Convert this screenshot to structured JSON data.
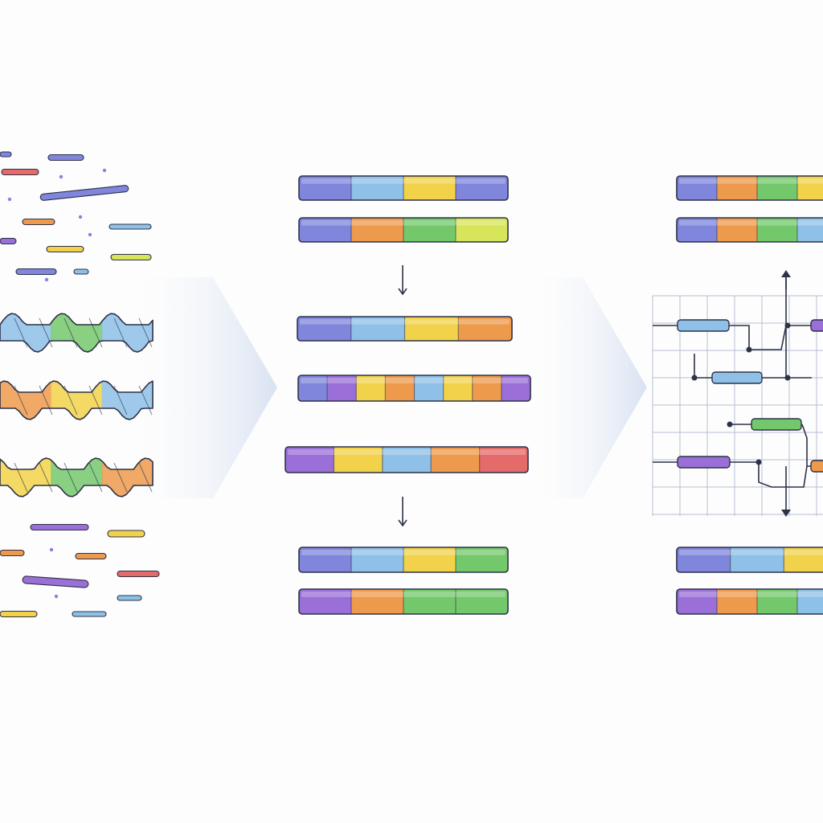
{
  "colors": {
    "outline": "#2d3247",
    "purple": "#9a6fd8",
    "indigo": "#7f86dc",
    "blue": "#8ec0e8",
    "yellow": "#f2d24a",
    "orange": "#ee9a4c",
    "green": "#74c86c",
    "lime": "#d7e55a",
    "red": "#e56a6a",
    "grid": "#b8bfd2",
    "arrow_fill": "#dfe6f4",
    "background": "#fdfdfd"
  },
  "panels": [
    {
      "name": "fragments-panel"
    },
    {
      "name": "assembly-panel"
    },
    {
      "name": "network-panel"
    }
  ],
  "fragment_colors": [
    "indigo",
    "red",
    "blue",
    "orange",
    "yellow",
    "green",
    "purple",
    "lime"
  ],
  "twisted_strands": [
    {
      "colors": [
        "blue",
        "green",
        "blue"
      ]
    },
    {
      "colors": [
        "orange",
        "yellow",
        "blue"
      ]
    },
    {
      "colors": [
        "yellow",
        "green",
        "orange"
      ]
    }
  ],
  "assembly": {
    "top_strips": [
      [
        "indigo",
        "blue",
        "yellow",
        "indigo"
      ],
      [
        "indigo",
        "orange",
        "green",
        "lime"
      ]
    ],
    "middle_strips": [
      [
        "indigo",
        "blue",
        "yellow",
        "orange"
      ],
      [
        "indigo",
        "purple",
        "yellow",
        "orange",
        "blue",
        "yellow",
        "orange",
        "purple"
      ],
      [
        "purple",
        "yellow",
        "blue",
        "orange",
        "red"
      ]
    ],
    "bottom_strips": [
      [
        "indigo",
        "blue",
        "yellow",
        "green"
      ],
      [
        "purple",
        "orange",
        "green",
        "green"
      ]
    ]
  },
  "network": {
    "top_strips": [
      [
        "indigo",
        "orange",
        "green",
        "yellow"
      ],
      [
        "indigo",
        "orange",
        "green",
        "blue"
      ]
    ],
    "nodes": [
      {
        "color": "blue"
      },
      {
        "color": "blue"
      },
      {
        "color": "green"
      },
      {
        "color": "purple"
      },
      {
        "color": "purple"
      },
      {
        "color": "orange"
      }
    ],
    "bottom_strips": [
      [
        "indigo",
        "blue",
        "yellow"
      ],
      [
        "purple",
        "orange",
        "green",
        "blue"
      ]
    ]
  }
}
